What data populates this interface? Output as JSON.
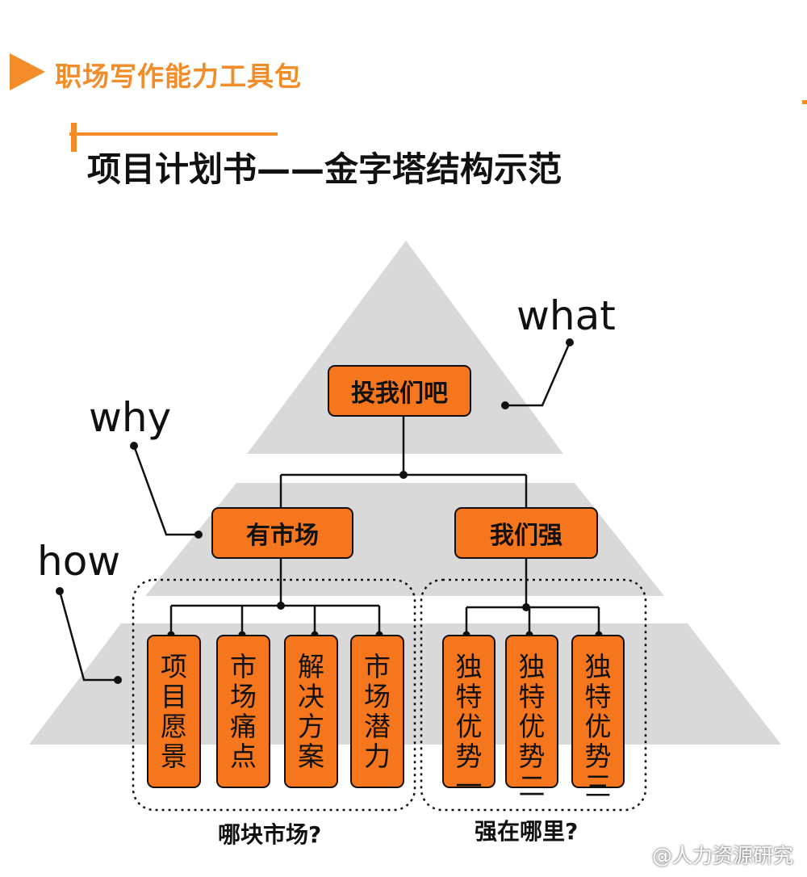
{
  "header": {
    "label": "职场写作能力工具包",
    "title": "项目计划书——金字塔结构示范"
  },
  "pyramid": {
    "levels": [
      {
        "label": "what"
      },
      {
        "label": "why"
      },
      {
        "label": "how"
      }
    ],
    "top_box": {
      "label": "投我们吧"
    },
    "mid_boxes": [
      {
        "label": "有市场"
      },
      {
        "label": "我们强"
      }
    ],
    "groups": [
      {
        "caption": "哪块市场?",
        "items": [
          {
            "label": "项目愿景"
          },
          {
            "label": "市场痛点"
          },
          {
            "label": "解决方案"
          },
          {
            "label": "市场潜力"
          }
        ]
      },
      {
        "caption": "强在哪里?",
        "items": [
          {
            "label": "独特优势一"
          },
          {
            "label": "独特优势二"
          },
          {
            "label": "独特优势三"
          }
        ]
      }
    ]
  },
  "watermark": "@人力资源研究",
  "colors": {
    "accent": "#f28c28",
    "box_fill": "#f6761d",
    "pyramid_fill": "#d9d9d9",
    "ink": "#111111"
  }
}
